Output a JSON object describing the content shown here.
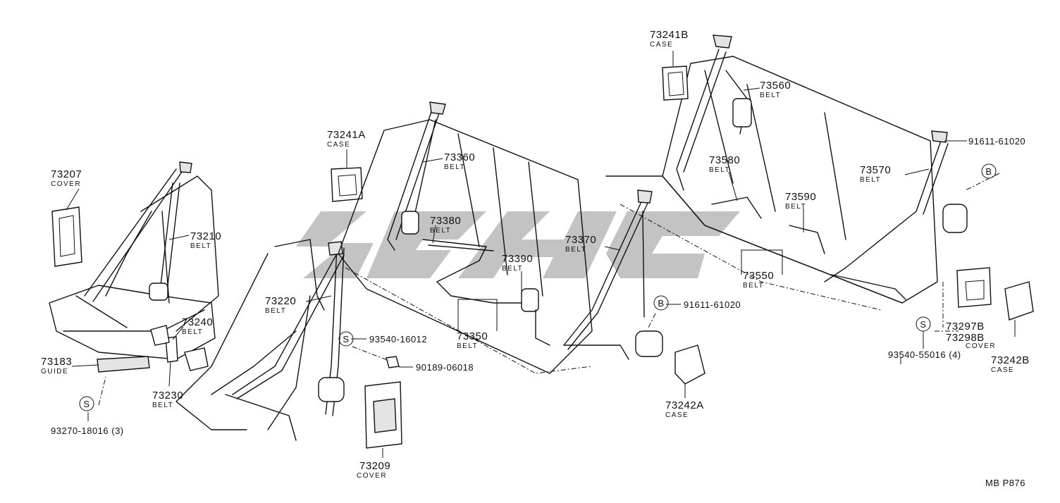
{
  "watermark": {
    "color": "#b9b9b9"
  },
  "code": "MB P876",
  "symbols": {
    "b": "B",
    "s": "S"
  },
  "parts": {
    "p73207": {
      "num": "73207",
      "sub": "COVER"
    },
    "p73210": {
      "num": "73210",
      "sub": "BELT"
    },
    "p73240": {
      "num": "73240",
      "sub": "BELT"
    },
    "p73183": {
      "num": "73183",
      "sub": "GUIDE"
    },
    "p73230": {
      "num": "73230",
      "sub": "BELT"
    },
    "p93270": {
      "num": "93270-18016 (3)"
    },
    "p73220": {
      "num": "73220",
      "sub": "BELT"
    },
    "p73241a": {
      "num": "73241A",
      "sub": "CASE"
    },
    "p73360": {
      "num": "73360",
      "sub": "BELT"
    },
    "p73380": {
      "num": "73380",
      "sub": "BELT"
    },
    "p73390": {
      "num": "73390",
      "sub": "BELT"
    },
    "p73350": {
      "num": "73350",
      "sub": "BELT"
    },
    "p93540a": {
      "num": "93540-16012"
    },
    "p90189": {
      "num": "90189-06018"
    },
    "p73209": {
      "num": "73209",
      "sub": "COVER"
    },
    "p73370": {
      "num": "73370",
      "sub": "BELT"
    },
    "p91611a": {
      "num": "91611-61020"
    },
    "p73242a": {
      "num": "73242A",
      "sub": "CASE"
    },
    "p73241b": {
      "num": "73241B",
      "sub": "CASE"
    },
    "p73560": {
      "num": "73560",
      "sub": "BELT"
    },
    "p73580": {
      "num": "73580",
      "sub": "BELT"
    },
    "p73590": {
      "num": "73590",
      "sub": "BELT"
    },
    "p73570": {
      "num": "73570",
      "sub": "BELT"
    },
    "p73550": {
      "num": "73550",
      "sub": "BELT"
    },
    "p91611b": {
      "num": "91611-61020"
    },
    "p73297b": {
      "num": "73297B"
    },
    "p73298b": {
      "num": "73298B",
      "sub": "COVER"
    },
    "p93540b": {
      "num": "93540-55016 (4)"
    },
    "p73242b": {
      "num": "73242B",
      "sub": "CASE"
    }
  }
}
